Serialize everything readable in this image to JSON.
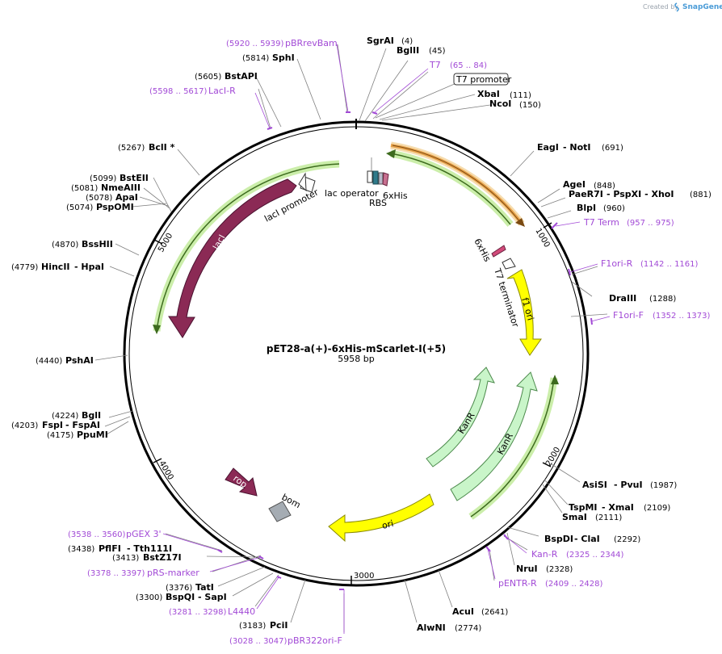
{
  "header": {
    "created_by": "Created by",
    "brand": "SnapGene"
  },
  "plasmid": {
    "name": "pET28-a(+)-6xHis-mScarlet-I(+5)",
    "length_label": "5958 bp"
  },
  "ticks": [
    "1000",
    "2000",
    "3000",
    "4000",
    "5000"
  ],
  "sites": {
    "sgrai": {
      "name": "SgrAI",
      "pos": "(4)"
    },
    "bglii": {
      "name": "BglII",
      "pos": "(45)"
    },
    "xbai": {
      "name": "XbaI",
      "pos": "(111)"
    },
    "ncoi": {
      "name": "NcoI",
      "pos": "(150)"
    },
    "eagi": {
      "name": "EagI",
      "extra": "- NotI",
      "pos": "(691)"
    },
    "agei": {
      "name": "AgeI",
      "pos": "(848)"
    },
    "paer7i": {
      "name": "PaeR7I",
      "extra": "- PspXI  - XhoI",
      "pos": "(881)"
    },
    "blpi": {
      "name": "BlpI",
      "pos": "(960)"
    },
    "draiii": {
      "name": "DraIII",
      "pos": "(1288)"
    },
    "asisi": {
      "name": "AsiSI",
      "extra": "- PvuI",
      "pos": "(1987)"
    },
    "tspmi": {
      "name": "TspMI",
      "extra": "- XmaI",
      "pos": "(2109)"
    },
    "smai": {
      "name": "SmaI",
      "pos": "(2111)"
    },
    "bspdi": {
      "name": "BspDI",
      "extra": "- ClaI",
      "pos": "(2292)"
    },
    "nrui": {
      "name": "NruI",
      "pos": "(2328)"
    },
    "acui": {
      "name": "AcuI",
      "pos": "(2641)"
    },
    "alwni": {
      "name": "AlwNI",
      "pos": "(2774)"
    },
    "pcii": {
      "name": "PciI",
      "pos": "(3183)"
    },
    "bspqi": {
      "name": "BspQI",
      "extra": "- SapI",
      "pos": "(3300)"
    },
    "tati": {
      "name": "TatI",
      "pos": "(3376)"
    },
    "bstz17i": {
      "name": "BstZ17I",
      "pos": "(3413)"
    },
    "pflfi": {
      "name": "PflFI",
      "extra": "- Tth111I",
      "pos": "(3438)"
    },
    "ppumi": {
      "name": "PpuMI",
      "pos": "(4175)"
    },
    "fspi": {
      "name": "FspI",
      "extra": "- FspAI",
      "pos": "(4203)"
    },
    "bgli": {
      "name": "BglI",
      "pos": "(4224)"
    },
    "pshai": {
      "name": "PshAI",
      "pos": "(4440)"
    },
    "hincii": {
      "name": "HincII",
      "extra": "- HpaI",
      "pos": "(4779)"
    },
    "bsshii": {
      "name": "BssHII",
      "pos": "(4870)"
    },
    "pspomi": {
      "name": "PspOMI",
      "pos": "(5074)"
    },
    "apai": {
      "name": "ApaI",
      "pos": "(5078)"
    },
    "nmeaiii": {
      "name": "NmeAIII",
      "pos": "(5081)"
    },
    "bsteii": {
      "name": "BstEII",
      "pos": "(5099)"
    },
    "bcli": {
      "name": "BclI *",
      "pos": "(5267)"
    },
    "bstapi": {
      "name": "BstAPI",
      "pos": "(5605)"
    },
    "sphi": {
      "name": "SphI",
      "pos": "(5814)"
    }
  },
  "primers": {
    "pbrrevbam": {
      "name": "pBRrevBam",
      "range": "(5920 .. 5939)"
    },
    "t7": {
      "name": "T7",
      "range": "(65 .. 84)"
    },
    "lacir": {
      "name": "LacI-R",
      "range": "(5598 .. 5617)"
    },
    "t7term": {
      "name": "T7 Term",
      "range": "(957 .. 975)"
    },
    "f1orir": {
      "name": "F1ori-R",
      "range": "(1142 .. 1161)"
    },
    "f1orif": {
      "name": "F1ori-F",
      "range": "(1352 .. 1373)"
    },
    "kanr": {
      "name": "Kan-R",
      "range": "(2325 .. 2344)"
    },
    "pentrr": {
      "name": "pENTR-R",
      "range": "(2409 .. 2428)"
    },
    "pbr322orif": {
      "name": "pBR322ori-F",
      "range": "(3028 .. 3047)"
    },
    "l4440": {
      "name": "L4440",
      "range": "(3281 .. 3298)"
    },
    "prsmarker": {
      "name": "pRS-marker",
      "range": "(3378 .. 3397)"
    },
    "pgex3": {
      "name": "pGEX 3'",
      "range": "(3538 .. 3560)"
    }
  },
  "features": {
    "t7_promoter": "T7 promoter",
    "lac_operator": "lac operator",
    "rbs": "RBS",
    "his_top": "6xHis",
    "his_inner": "6xHis",
    "t7_terminator": "T7 terminator",
    "f1_ori": "f1 ori",
    "laci": "lacI",
    "laci_promoter": "lacI promoter",
    "kanr_inner": "KanR",
    "kanr_outer": "KanR",
    "ori": "ori",
    "rop": "rop",
    "bom": "bom"
  },
  "colors": {
    "backbone": "#000000",
    "primer": "#a24ad6",
    "orf_green_outline": "#9bd86a",
    "orf_dark": "#3d6b1e",
    "orange": "#e8a24a",
    "laci": "#8b2a55",
    "f1ori": "#ffff00",
    "kanr": "#c9f5c9",
    "bom": "#a5acb3"
  }
}
